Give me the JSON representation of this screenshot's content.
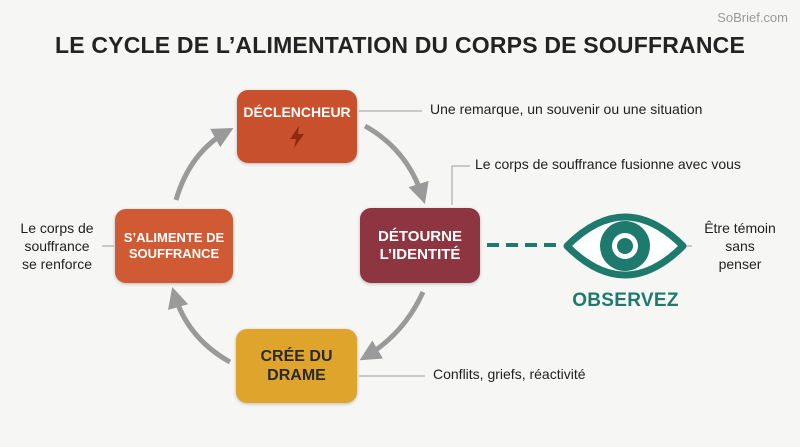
{
  "watermark": "SoBrief.com",
  "title": "LE CYCLE DE L’ALIMENTATION DU CORPS DE SOUFFRANCE",
  "nodes": {
    "trigger": {
      "label": "DÉCLENCHEUR",
      "icon": "lightning-bolt-icon",
      "color": "#c9502d"
    },
    "identity": {
      "line1": "DÉTOURNE",
      "line2": "L’IDENTITÉ",
      "color": "#8d3641"
    },
    "drama": {
      "line1": "CRÉE DU",
      "line2": "DRAME",
      "color": "#dea42c"
    },
    "feeds": {
      "line1": "S’ALIMENTE DE",
      "line2": "SOUFFRANCE",
      "color": "#cf5a33"
    }
  },
  "annotations": {
    "trigger": "Une remarque, un souvenir ou une situation",
    "identity": "Le corps de souffrance fusionne avec vous",
    "drama": "Conflits, griefs, réactivité",
    "feeds": {
      "line1": "Le corps de",
      "line2": "souffrance",
      "line3": "se renforce"
    }
  },
  "observe": {
    "label": "OBSERVEZ",
    "icon": "eye-icon",
    "color": "#1e7a6c",
    "caption": {
      "line1": "Être témoin",
      "line2": "sans",
      "line3": "penser"
    }
  }
}
